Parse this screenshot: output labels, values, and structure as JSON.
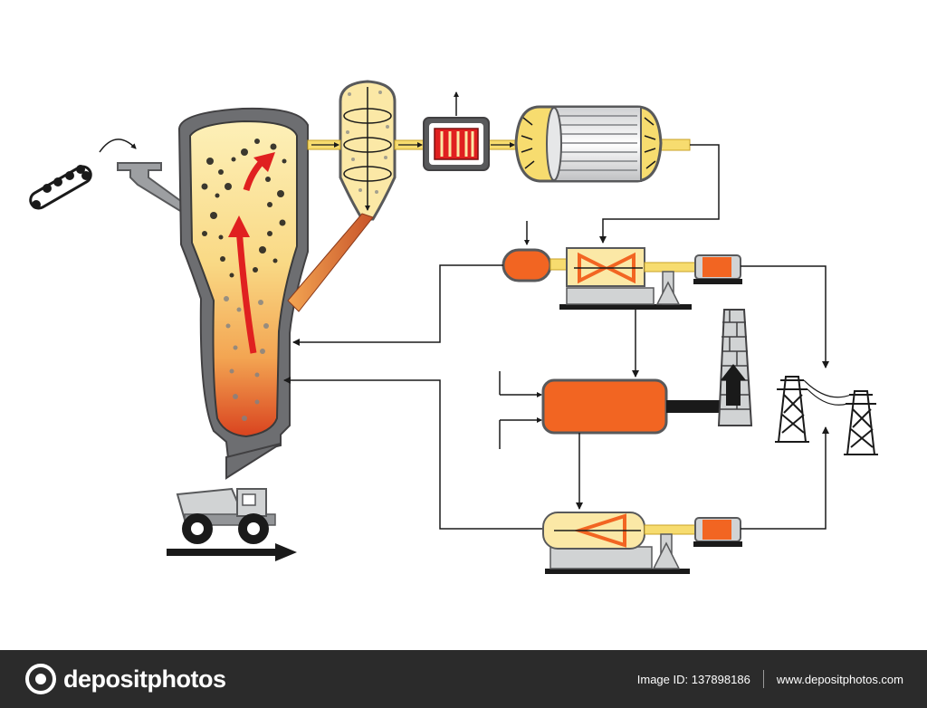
{
  "footer": {
    "brand": "depositphotos",
    "image_id_label": "Image ID:",
    "image_id": "137898186",
    "website": "www.depositphotos.com"
  },
  "watermark_text": "depositphotos",
  "colors": {
    "outline": "#58595b",
    "gas_fill": "#fbe8a6",
    "vessel_orange": "#f26522",
    "flame_red": "#e02020",
    "pipe_yellow": "#f7dc6f",
    "line": "#1a1a1a",
    "footer_bg": "#2b2b2b"
  }
}
